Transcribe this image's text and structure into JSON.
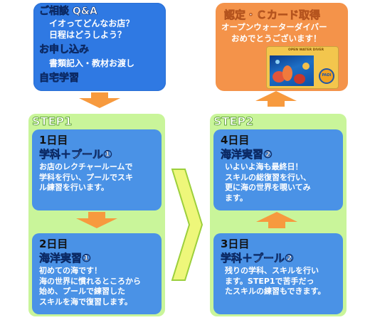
{
  "consult": {
    "title": "ご相談 Q&A",
    "line1": "イオってどんなお店？",
    "line2": "日程はどうしよう？",
    "apply_title": "お申し込み",
    "apply_line": "書類記入・教材お渡し",
    "self_study": "自宅学習"
  },
  "cert": {
    "title": "認定・Ｃカード取得",
    "line1": "オープンウォーターダイバー",
    "line2": "おめでとうございます！",
    "card_title": "OPEN WATER DIVER",
    "card_logo_text": "PADI"
  },
  "step1": {
    "label": "STEP1",
    "day1": {
      "day": "1日目",
      "title": "学科＋プール①",
      "text": [
        "お店のレクチャールームで",
        "学科を行い、プールでスキ",
        "ル練習を行います。"
      ]
    },
    "day2": {
      "day": "2日目",
      "title": "海洋実習①",
      "text": [
        "初めての海です！",
        "海の世界に慣れるところから",
        "始め、プールで練習した",
        "スキルを海で復習します。"
      ]
    }
  },
  "step2": {
    "label": "STEP2",
    "day4": {
      "day": "4日目",
      "title": "海洋実習②",
      "text": [
        "いよいよ海も最終日！",
        "スキルの総復習を行い、",
        "更に海の世界を覗いてみ",
        "ます。"
      ]
    },
    "day3": {
      "day": "3日目",
      "title": "学科＋プール②",
      "text": [
        "残りの学科、スキルを行い",
        "ます。STEP1で苦手だっ",
        "たスキルの練習もできます。"
      ]
    }
  },
  "colors": {
    "consult_bg": "#2f79e3",
    "cert_bg": "#f4934a",
    "step_bg": "#c9f59a",
    "day_bg": "#4a92e6",
    "arrow": "#f79a3e",
    "chevron": "#eef77a"
  },
  "icons": {
    "down_arrow": "down-arrow-icon",
    "up_arrow": "up-arrow-icon",
    "chevron": "chevron-right-icon"
  }
}
